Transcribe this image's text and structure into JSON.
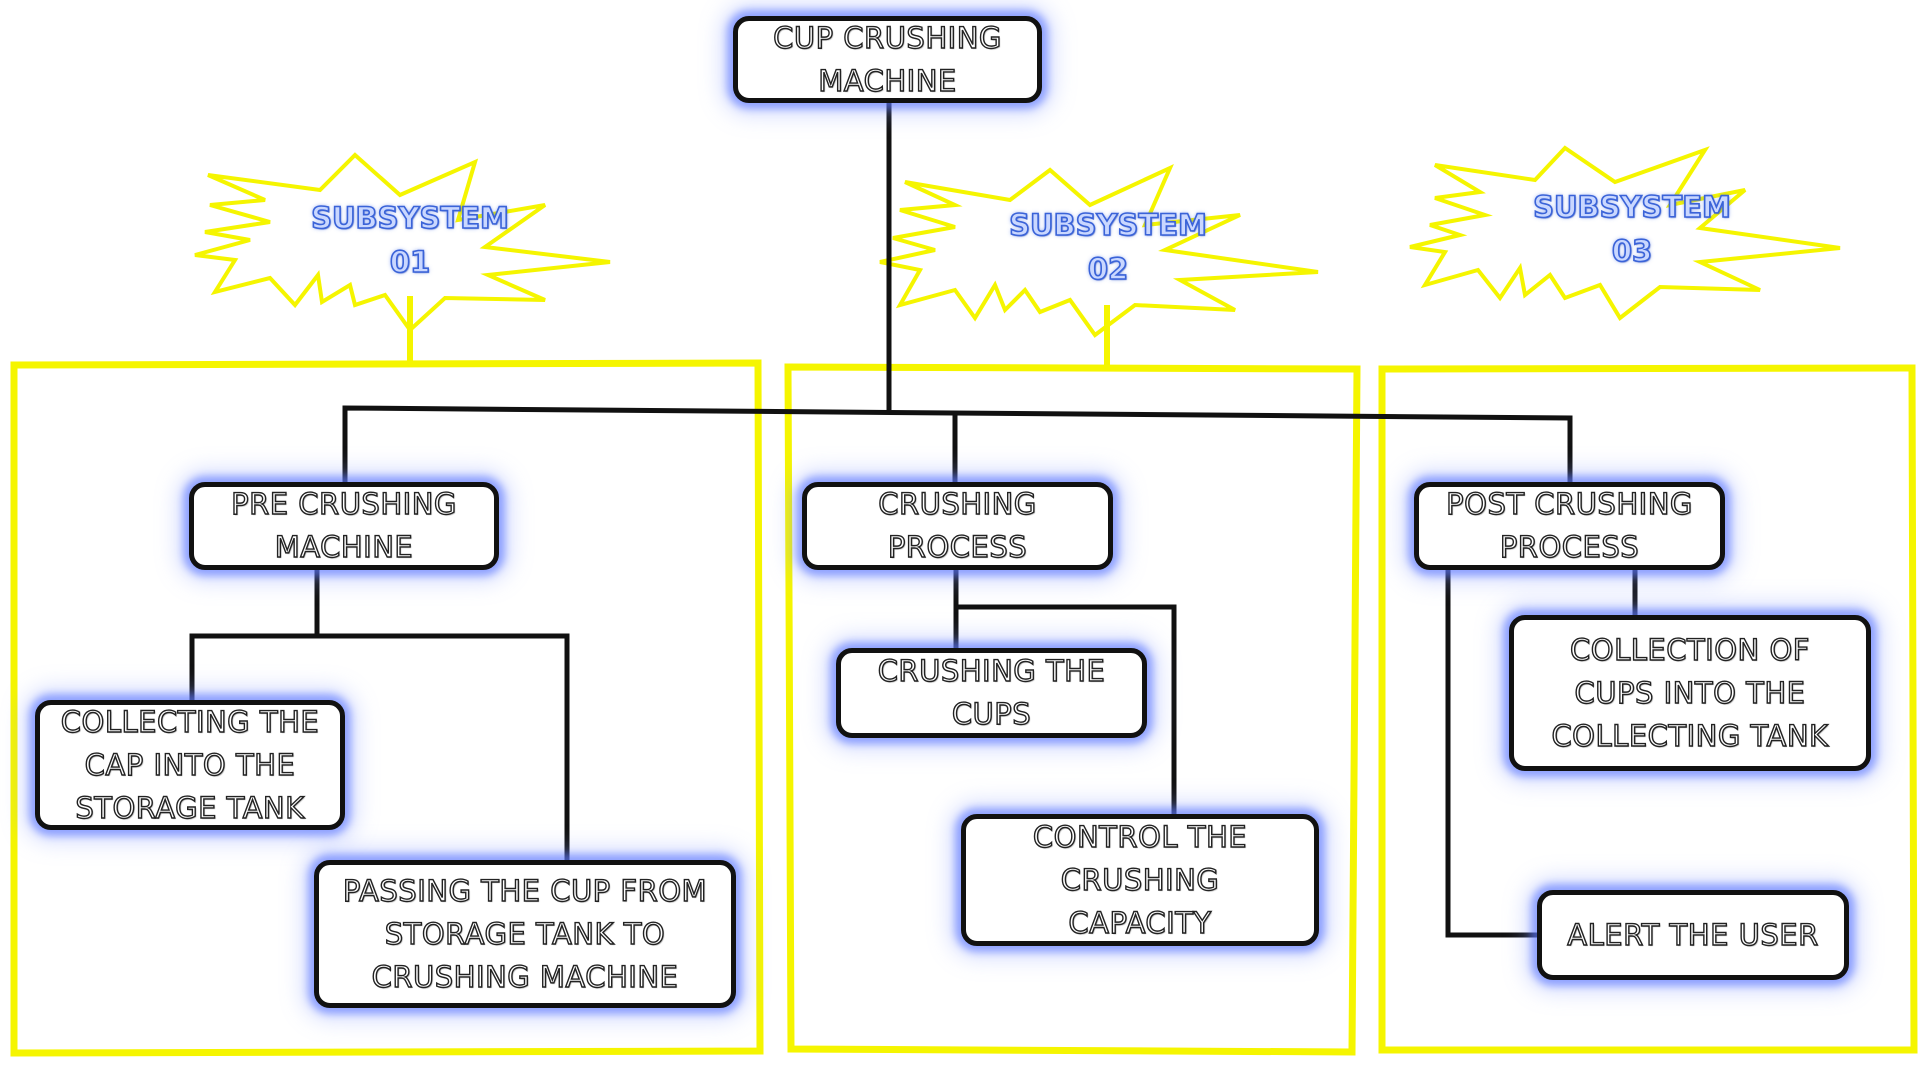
{
  "diagram": {
    "root": {
      "label": "CUP CRUSHING\nMACHINE"
    },
    "subsystems": [
      {
        "burst_label": "SUBSYSTEM\n01",
        "process": {
          "label": "PRE CRUSHING\nMACHINE"
        },
        "tasks": [
          {
            "label": "COLLECTING THE\nCAP INTO THE\nSTORAGE TANK"
          },
          {
            "label": "PASSING THE CUP FROM\nSTORAGE TANK TO\nCRUSHING MACHINE"
          }
        ]
      },
      {
        "burst_label": "SUBSYSTEM\n02",
        "process": {
          "label": "CRUSHING\nPROCESS"
        },
        "tasks": [
          {
            "label": "CRUSHING THE\nCUPS"
          },
          {
            "label": "CONTROL THE\nCRUSHING\nCAPACITY"
          }
        ]
      },
      {
        "burst_label": "SUBSYSTEM\n03",
        "process": {
          "label": "POST CRUSHING\nPROCESS"
        },
        "tasks": [
          {
            "label": "COLLECTION OF\nCUPS INTO THE\nCOLLECTING TANK"
          },
          {
            "label": "ALERT THE USER"
          }
        ]
      }
    ],
    "colors": {
      "subsystem_frame": "#f5f500",
      "connector": "#111111",
      "node_glow": "#5b7cff",
      "burst_text": "#3a63d8"
    }
  }
}
